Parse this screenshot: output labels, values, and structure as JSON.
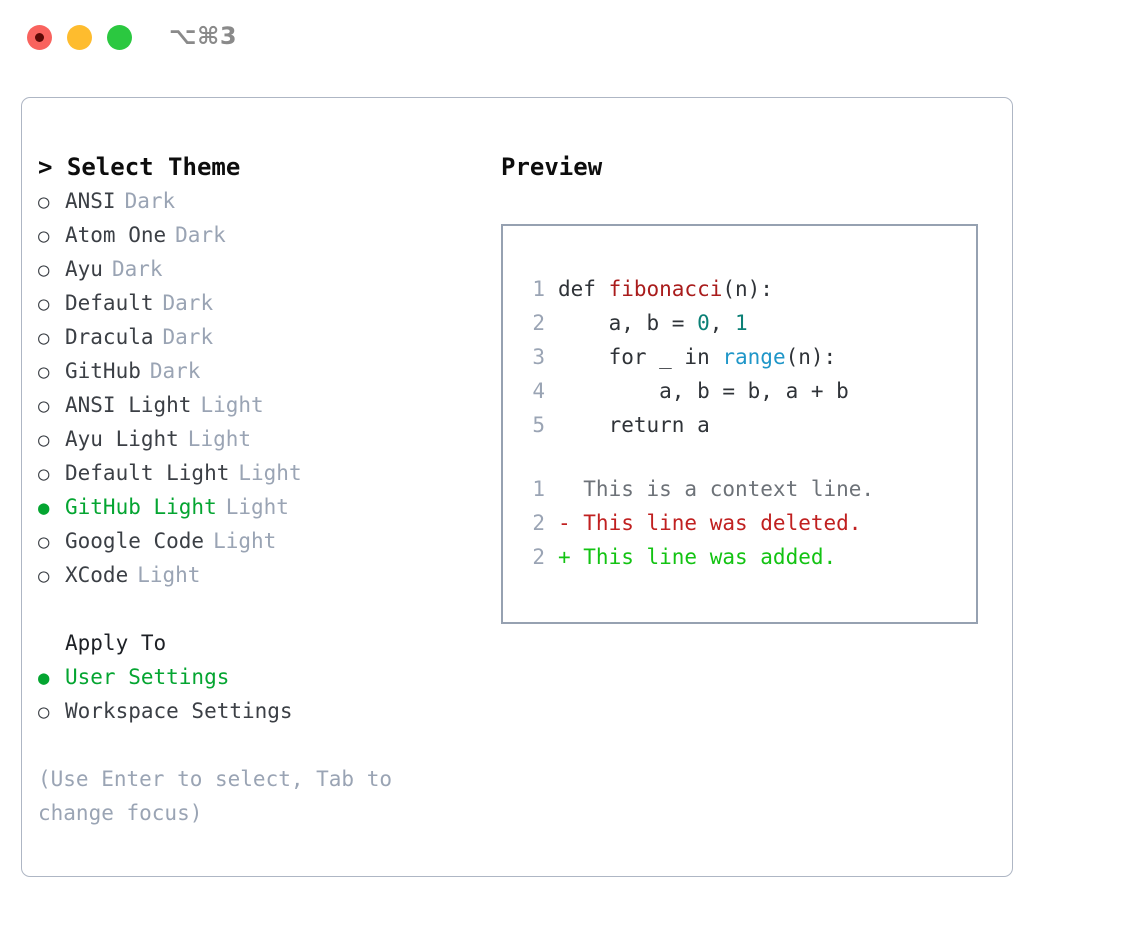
{
  "titlebar": {
    "shortcut": "⌥⌘3",
    "dots": [
      {
        "name": "close",
        "color": "#f9635e"
      },
      {
        "name": "minimize",
        "color": "#febc2e"
      },
      {
        "name": "zoom",
        "color": "#2bc840"
      }
    ]
  },
  "theme_picker": {
    "heading": "> Select Theme",
    "selected_marker": "●",
    "unselected_marker": "○",
    "items": [
      {
        "label": "ANSI",
        "badge": "Dark",
        "selected": false
      },
      {
        "label": "Atom One",
        "badge": "Dark",
        "selected": false
      },
      {
        "label": "Ayu",
        "badge": "Dark",
        "selected": false
      },
      {
        "label": "Default",
        "badge": "Dark",
        "selected": false
      },
      {
        "label": "Dracula",
        "badge": "Dark",
        "selected": false
      },
      {
        "label": "GitHub",
        "badge": "Dark",
        "selected": false
      },
      {
        "label": "ANSI Light",
        "badge": "Light",
        "selected": false
      },
      {
        "label": "Ayu Light",
        "badge": "Light",
        "selected": false
      },
      {
        "label": "Default Light",
        "badge": "Light",
        "selected": false
      },
      {
        "label": "GitHub Light",
        "badge": "Light",
        "selected": true
      },
      {
        "label": "Google Code",
        "badge": "Light",
        "selected": false
      },
      {
        "label": "XCode",
        "badge": "Light",
        "selected": false
      }
    ]
  },
  "apply_to": {
    "heading": "Apply To",
    "options": [
      {
        "label": "User Settings",
        "selected": true
      },
      {
        "label": "Workspace Settings",
        "selected": false
      }
    ]
  },
  "hint": "(Use Enter to select, Tab to change focus)",
  "preview": {
    "heading": "Preview",
    "code_lines": [
      {
        "number": "1",
        "tokens": [
          {
            "text": "def ",
            "kind": "plain"
          },
          {
            "text": "fibonacci",
            "kind": "fn"
          },
          {
            "text": "(n):",
            "kind": "plain"
          }
        ]
      },
      {
        "number": "2",
        "tokens": [
          {
            "text": "    a, b = ",
            "kind": "plain"
          },
          {
            "text": "0",
            "kind": "num"
          },
          {
            "text": ", ",
            "kind": "plain"
          },
          {
            "text": "1",
            "kind": "num"
          }
        ]
      },
      {
        "number": "3",
        "tokens": [
          {
            "text": "    for _ in ",
            "kind": "plain"
          },
          {
            "text": "range",
            "kind": "call"
          },
          {
            "text": "(n):",
            "kind": "plain"
          }
        ]
      },
      {
        "number": "4",
        "tokens": [
          {
            "text": "        a, b = b, a + b",
            "kind": "plain"
          }
        ]
      },
      {
        "number": "5",
        "tokens": [
          {
            "text": "    return a",
            "kind": "plain"
          }
        ]
      }
    ],
    "diff_lines": [
      {
        "number": "1",
        "text": "  This is a context line.",
        "kind": "ctx"
      },
      {
        "number": "2",
        "text": "- This line was deleted.",
        "kind": "del"
      },
      {
        "number": "2",
        "text": "+ This line was added.",
        "kind": "add"
      }
    ]
  },
  "colors": {
    "accent_green": "#04a531",
    "muted": "#9aa4b4",
    "text": "#3b3f45",
    "panel_border": "#aeb6c4",
    "preview_border": "#96a1b1",
    "syntax_function": "#a91c1c",
    "syntax_number": "#0b8076",
    "syntax_call": "#1f96c8",
    "diff_context": "#6d7278",
    "diff_deleted": "#c02020",
    "diff_added": "#13c313"
  }
}
